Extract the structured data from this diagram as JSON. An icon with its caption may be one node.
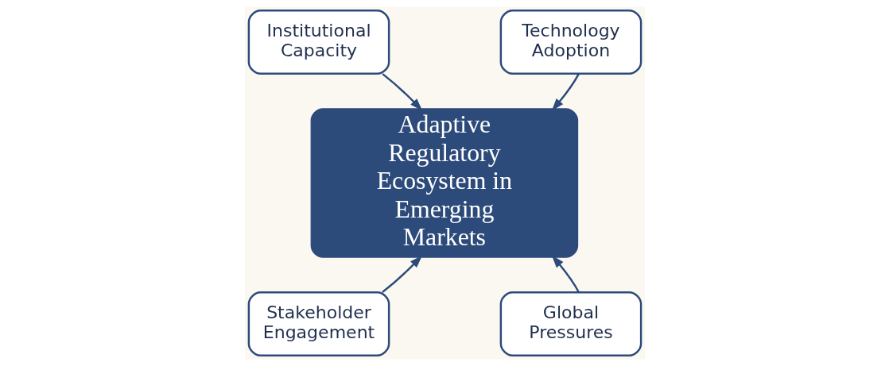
{
  "diagram": {
    "nodes": [
      {
        "text": [
          "Institutional Capacity"
        ]
      },
      {
        "text": [
          "Technology Adoption"
        ]
      },
      {
        "text": [
          "Adaptive Regulatory Ecosystem in Emerging Markets"
        ]
      },
      {
        "text": [
          "Stakeholder Engagement"
        ]
      },
      {
        "text": [
          "Global Pressures"
        ]
      }
    ],
    "edges": [
      {
        "from": 0,
        "to": 2,
        "arrow": "to"
      },
      {
        "from": 1,
        "to": 2,
        "arrow": "to"
      },
      {
        "from": 3,
        "to": 2,
        "arrow": "to"
      },
      {
        "from": 4,
        "to": 2,
        "arrow": "to"
      }
    ]
  }
}
